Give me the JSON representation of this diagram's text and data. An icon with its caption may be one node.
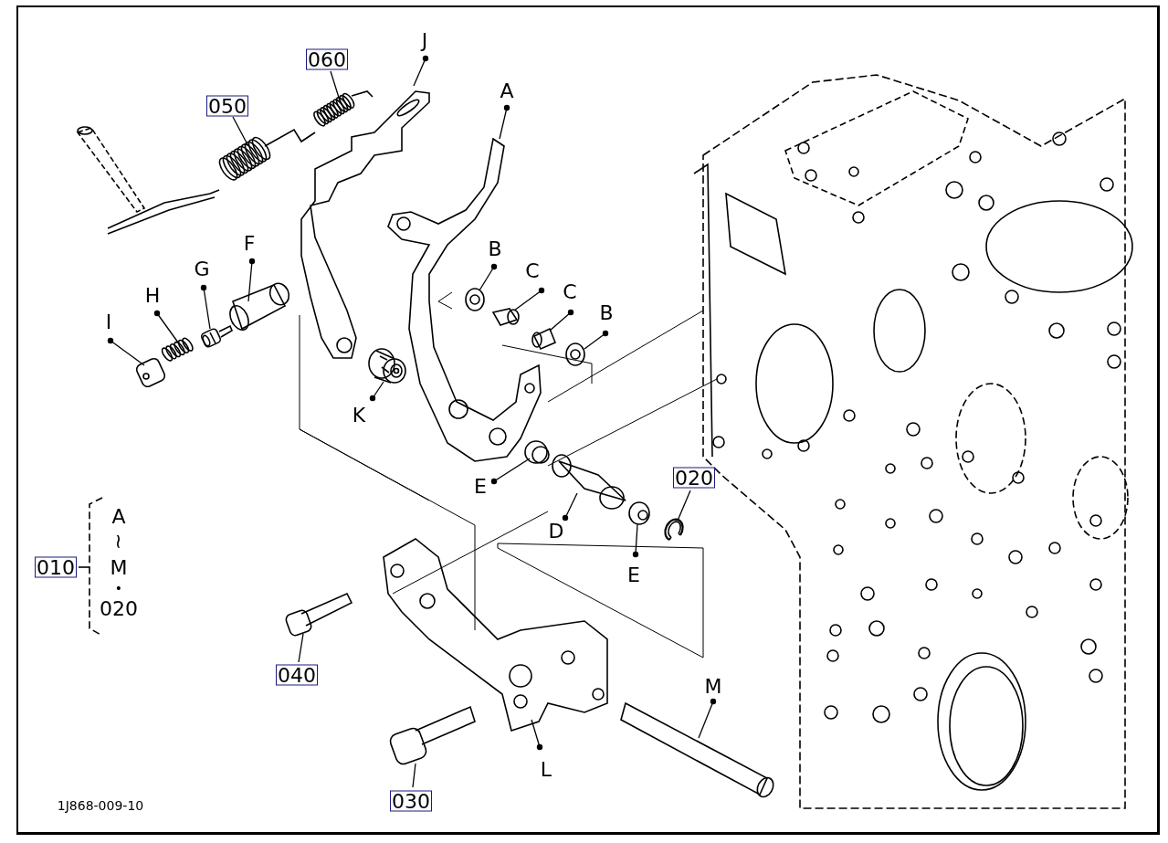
{
  "diagram": {
    "nodes": [
      {
        "text": [
          "060"
        ]
      },
      {
        "text": [
          "J"
        ]
      },
      {
        "text": [
          "050"
        ]
      },
      {
        "text": [
          "A"
        ]
      },
      {
        "text": [
          "F"
        ]
      },
      {
        "text": [
          "G"
        ]
      },
      {
        "text": [
          "B"
        ]
      },
      {
        "text": [
          "C"
        ]
      },
      {
        "text": [
          "H"
        ]
      },
      {
        "text": [
          "C"
        ]
      },
      {
        "text": [
          "I"
        ]
      },
      {
        "text": [
          "B"
        ]
      },
      {
        "text": [
          "K"
        ]
      },
      {
        "text": [
          "E"
        ]
      },
      {
        "text": [
          "020"
        ]
      },
      {
        "text": [
          "D"
        ]
      },
      {
        "text": [
          "E"
        ]
      },
      {
        "text": [
          "040"
        ]
      },
      {
        "text": [
          "M"
        ]
      },
      {
        "text": [
          "L"
        ]
      },
      {
        "text": [
          "030"
        ]
      },
      {
        "text": [
          "010"
        ]
      },
      {
        "text": [],
        "shape": "picture"
      },
      {
        "text": [],
        "shape": "picture"
      },
      {
        "text": [],
        "shape": "picture"
      },
      {
        "text": [],
        "shape": "picture"
      },
      {
        "text": [],
        "shape": "picture"
      },
      {
        "text": [],
        "shape": "picture"
      },
      {
        "text": [],
        "shape": "picture"
      },
      {
        "text": [],
        "shape": "picture"
      },
      {
        "text": [],
        "shape": "picture"
      },
      {
        "text": [],
        "shape": "picture"
      },
      {
        "text": [],
        "shape": "picture"
      },
      {
        "text": [],
        "shape": "picture"
      },
      {
        "text": [],
        "shape": "picture"
      },
      {
        "text": [],
        "shape": "picture"
      },
      {
        "text": [],
        "shape": "picture"
      },
      {
        "text": [],
        "shape": "picture"
      },
      {
        "text": [],
        "shape": "picture"
      },
      {
        "text": [],
        "shape": "picture"
      },
      {
        "text": [],
        "shape": "picture"
      },
      {
        "text": [],
        "shape": "picture"
      },
      {
        "text": [],
        "shape": "picture"
      }
    ],
    "edges": [
      {
        "from": 0,
        "to": 22,
        "arrow": "none"
      },
      {
        "from": 1,
        "to": 23,
        "arrow": "other"
      },
      {
        "from": 2,
        "to": 24,
        "arrow": "none"
      },
      {
        "from": 3,
        "to": 25,
        "arrow": "other"
      },
      {
        "from": 4,
        "to": 26,
        "arrow": "other"
      },
      {
        "from": 5,
        "to": 27,
        "arrow": "other"
      },
      {
        "from": 6,
        "to": 28,
        "arrow": "other"
      },
      {
        "from": 7,
        "to": 29,
        "arrow": "other"
      },
      {
        "from": 8,
        "to": 30,
        "arrow": "other"
      },
      {
        "from": 9,
        "to": 31,
        "arrow": "other"
      },
      {
        "from": 10,
        "to": 32,
        "arrow": "other"
      },
      {
        "from": 11,
        "to": 33,
        "arrow": "other"
      },
      {
        "from": 12,
        "to": 34,
        "arrow": "other"
      },
      {
        "from": 13,
        "to": 35,
        "arrow": "other"
      },
      {
        "from": 14,
        "to": 36,
        "arrow": "none"
      },
      {
        "from": 15,
        "to": 37,
        "arrow": "other"
      },
      {
        "from": 16,
        "to": 38,
        "arrow": "other"
      },
      {
        "from": 17,
        "to": 39,
        "arrow": "none"
      },
      {
        "from": 18,
        "to": 40,
        "arrow": "other"
      },
      {
        "from": 19,
        "to": 41,
        "arrow": "other"
      },
      {
        "from": 20,
        "to": 42,
        "arrow": "none"
      }
    ],
    "labels": [
      "A",
      "~",
      "M",
      "•",
      "020",
      "1J868-009-10"
    ]
  }
}
